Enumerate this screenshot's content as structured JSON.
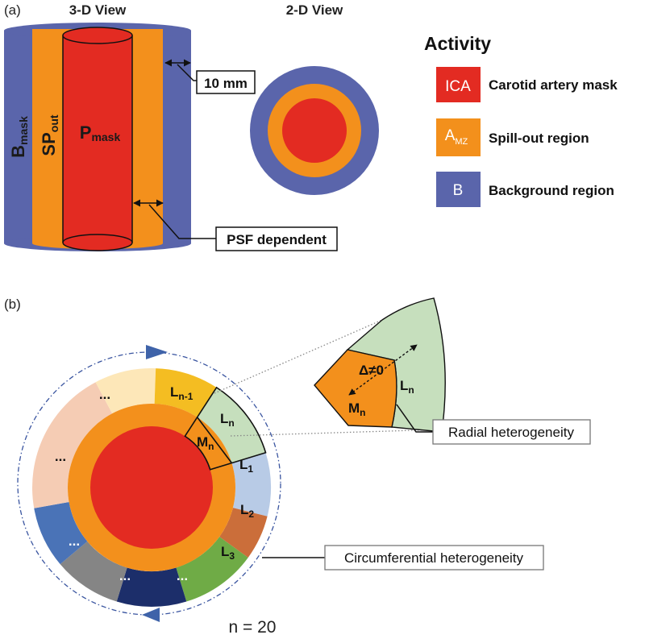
{
  "panel_a": {
    "label": "(a)",
    "view3d_title": "3-D View",
    "view2d_title": "2-D View",
    "bmask": {
      "main": "B",
      "sub": "mask"
    },
    "spout": {
      "main": "SP",
      "sub": "out"
    },
    "pmask": {
      "main": "P",
      "sub": "mask"
    },
    "callout_10mm": "10 mm",
    "callout_psf": "PSF dependent",
    "legend": {
      "title": "Activity",
      "items": [
        {
          "swatch": "ICA",
          "swatch_sub": "",
          "label": "Carotid artery mask",
          "color": "#e32b22"
        },
        {
          "swatch": "A",
          "swatch_sub": "MZ",
          "label": "Spill-out region",
          "color": "#f3901c"
        },
        {
          "swatch": "B",
          "swatch_sub": "",
          "label": "Background region",
          "color": "#5a65ab"
        }
      ]
    }
  },
  "panel_b": {
    "label": "(b)",
    "segments": {
      "ln1": {
        "main": "L",
        "sub": "n-1"
      },
      "ln": {
        "main": "L",
        "sub": "n"
      },
      "mn": {
        "main": "M",
        "sub": "n"
      },
      "l1": {
        "main": "L",
        "sub": "1"
      },
      "l2": {
        "main": "L",
        "sub": "2"
      },
      "l3": {
        "main": "L",
        "sub": "3"
      },
      "ellipsis": "..."
    },
    "zoom": {
      "delta": "Δ≠0",
      "ln": {
        "main": "L",
        "sub": "n"
      },
      "mn": {
        "main": "M",
        "sub": "n"
      }
    },
    "callout_radial": "Radial heterogeneity",
    "callout_circumferential": "Circumferential heterogeneity",
    "n_label": "n = 20"
  },
  "colors": {
    "red": "#e32b22",
    "orange": "#f3901c",
    "blue": "#5a65ab",
    "segment_colors": [
      "#b8cbe6",
      "#cb6e3a",
      "#6fab46",
      "#1c2e6a",
      "#858585",
      "#4a73b7",
      "#f5ccb4",
      "#fde7b8",
      "#f4bd22",
      "#c6dfbd"
    ]
  }
}
